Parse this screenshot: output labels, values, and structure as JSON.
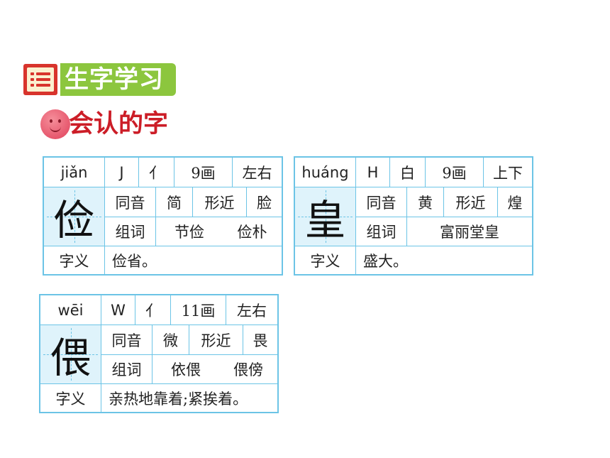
{
  "section": {
    "title": "生字学习",
    "icon": "list-book-icon"
  },
  "subsection": {
    "title": "会认的字",
    "icon": "smiley-icon"
  },
  "labels": {
    "homophone": "同音",
    "similar": "形近",
    "words": "组词",
    "meaning": "字义"
  },
  "colors": {
    "border": "#6cc4e6",
    "fill": "#dff3fb",
    "accent_green": "#8cc63e",
    "accent_red": "#cc1d27"
  },
  "cards": [
    {
      "pinyin": "jiǎn",
      "letter": "J",
      "radical": "亻",
      "strokes": "9画",
      "structure": "左右",
      "char": "俭",
      "homophone": "简",
      "similar": "脸",
      "words": [
        "节俭",
        "俭朴"
      ],
      "meaning": "俭省。"
    },
    {
      "pinyin": "huáng",
      "letter": "H",
      "radical": "白",
      "strokes": "9画",
      "structure": "上下",
      "char": "皇",
      "homophone": "黄",
      "similar": "煌",
      "words": [
        "富丽堂皇"
      ],
      "meaning": "盛大。"
    },
    {
      "pinyin": "wēi",
      "letter": "W",
      "radical": "亻",
      "strokes": "11画",
      "structure": "左右",
      "char": "偎",
      "homophone": "微",
      "similar": "畏",
      "words": [
        "依偎",
        "偎傍"
      ],
      "meaning": "亲热地靠着;紧挨着。"
    }
  ]
}
